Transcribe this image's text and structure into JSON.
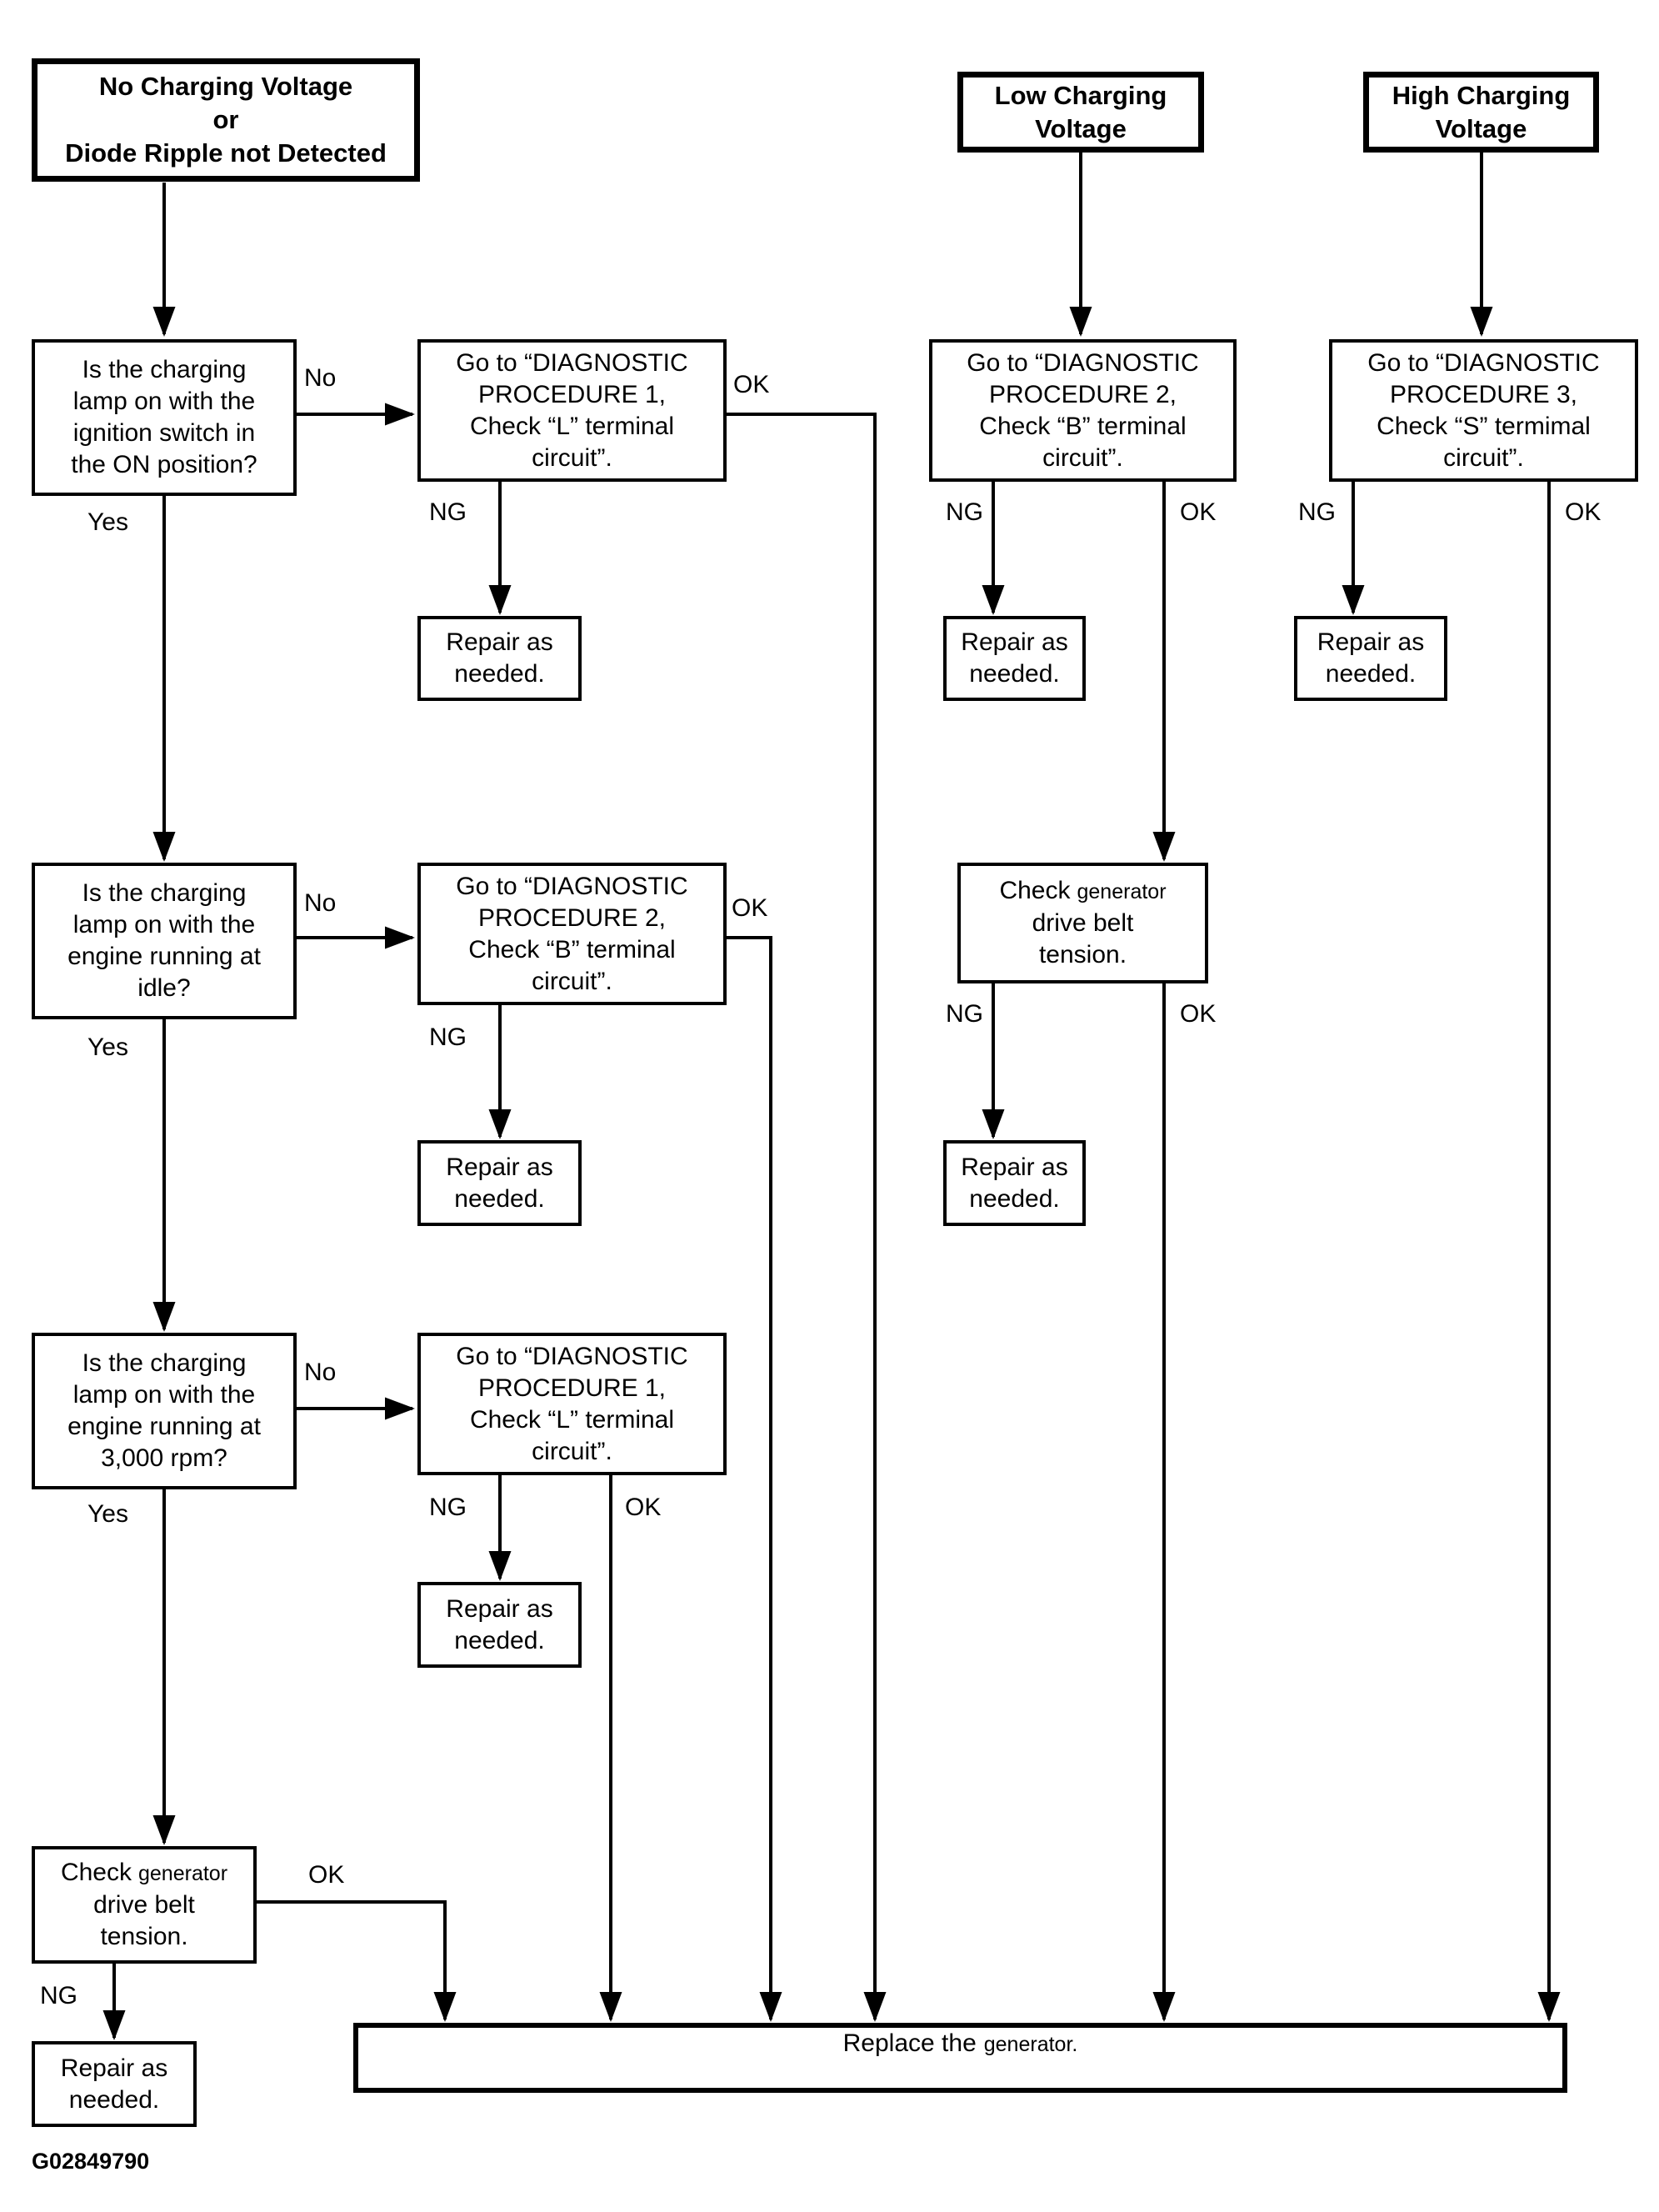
{
  "figure_id": "G02849790",
  "labels": {
    "no": "No",
    "yes": "Yes",
    "ng": "NG",
    "ok": "OK"
  },
  "start_boxes": {
    "no_charge": {
      "lines": [
        "No Charging Voltage",
        "or",
        "Diode Ripple not Detected"
      ]
    },
    "low_charge": {
      "lines": [
        "Low Charging",
        "Voltage"
      ]
    },
    "high_charge": {
      "lines": [
        "High Charging",
        "Voltage"
      ]
    }
  },
  "questions": {
    "q1": {
      "lines": [
        "Is the charging",
        "lamp on with the",
        "ignition switch in",
        "the ON position?"
      ]
    },
    "q2": {
      "lines": [
        "Is the charging",
        "lamp on with the",
        "engine running at",
        "idle?"
      ]
    },
    "q3": {
      "lines": [
        "Is the charging",
        "lamp on with the",
        "engine running at",
        "3,000 rpm?"
      ]
    }
  },
  "procedures": {
    "p1_l": {
      "lines": [
        "Go to “DIAGNOSTIC",
        "PROCEDURE 1,",
        "Check “L” terminal",
        "circuit”."
      ]
    },
    "p2_b": {
      "lines": [
        "Go to “DIAGNOSTIC",
        "PROCEDURE 2,",
        "Check “B” terminal",
        "circuit”."
      ]
    },
    "p3_s": {
      "lines": [
        "Go to “DIAGNOSTIC",
        "PROCEDURE 3,",
        "Check “S” termimal",
        "circuit”."
      ]
    }
  },
  "actions": {
    "repair": {
      "lines": [
        "Repair as",
        "needed."
      ]
    },
    "check_belt": {
      "word_large": "Check",
      "word_small": "generator",
      "line2": "drive belt",
      "line3": "tension."
    },
    "replace": {
      "prefix": "Replace the",
      "word_small": "generator."
    }
  }
}
